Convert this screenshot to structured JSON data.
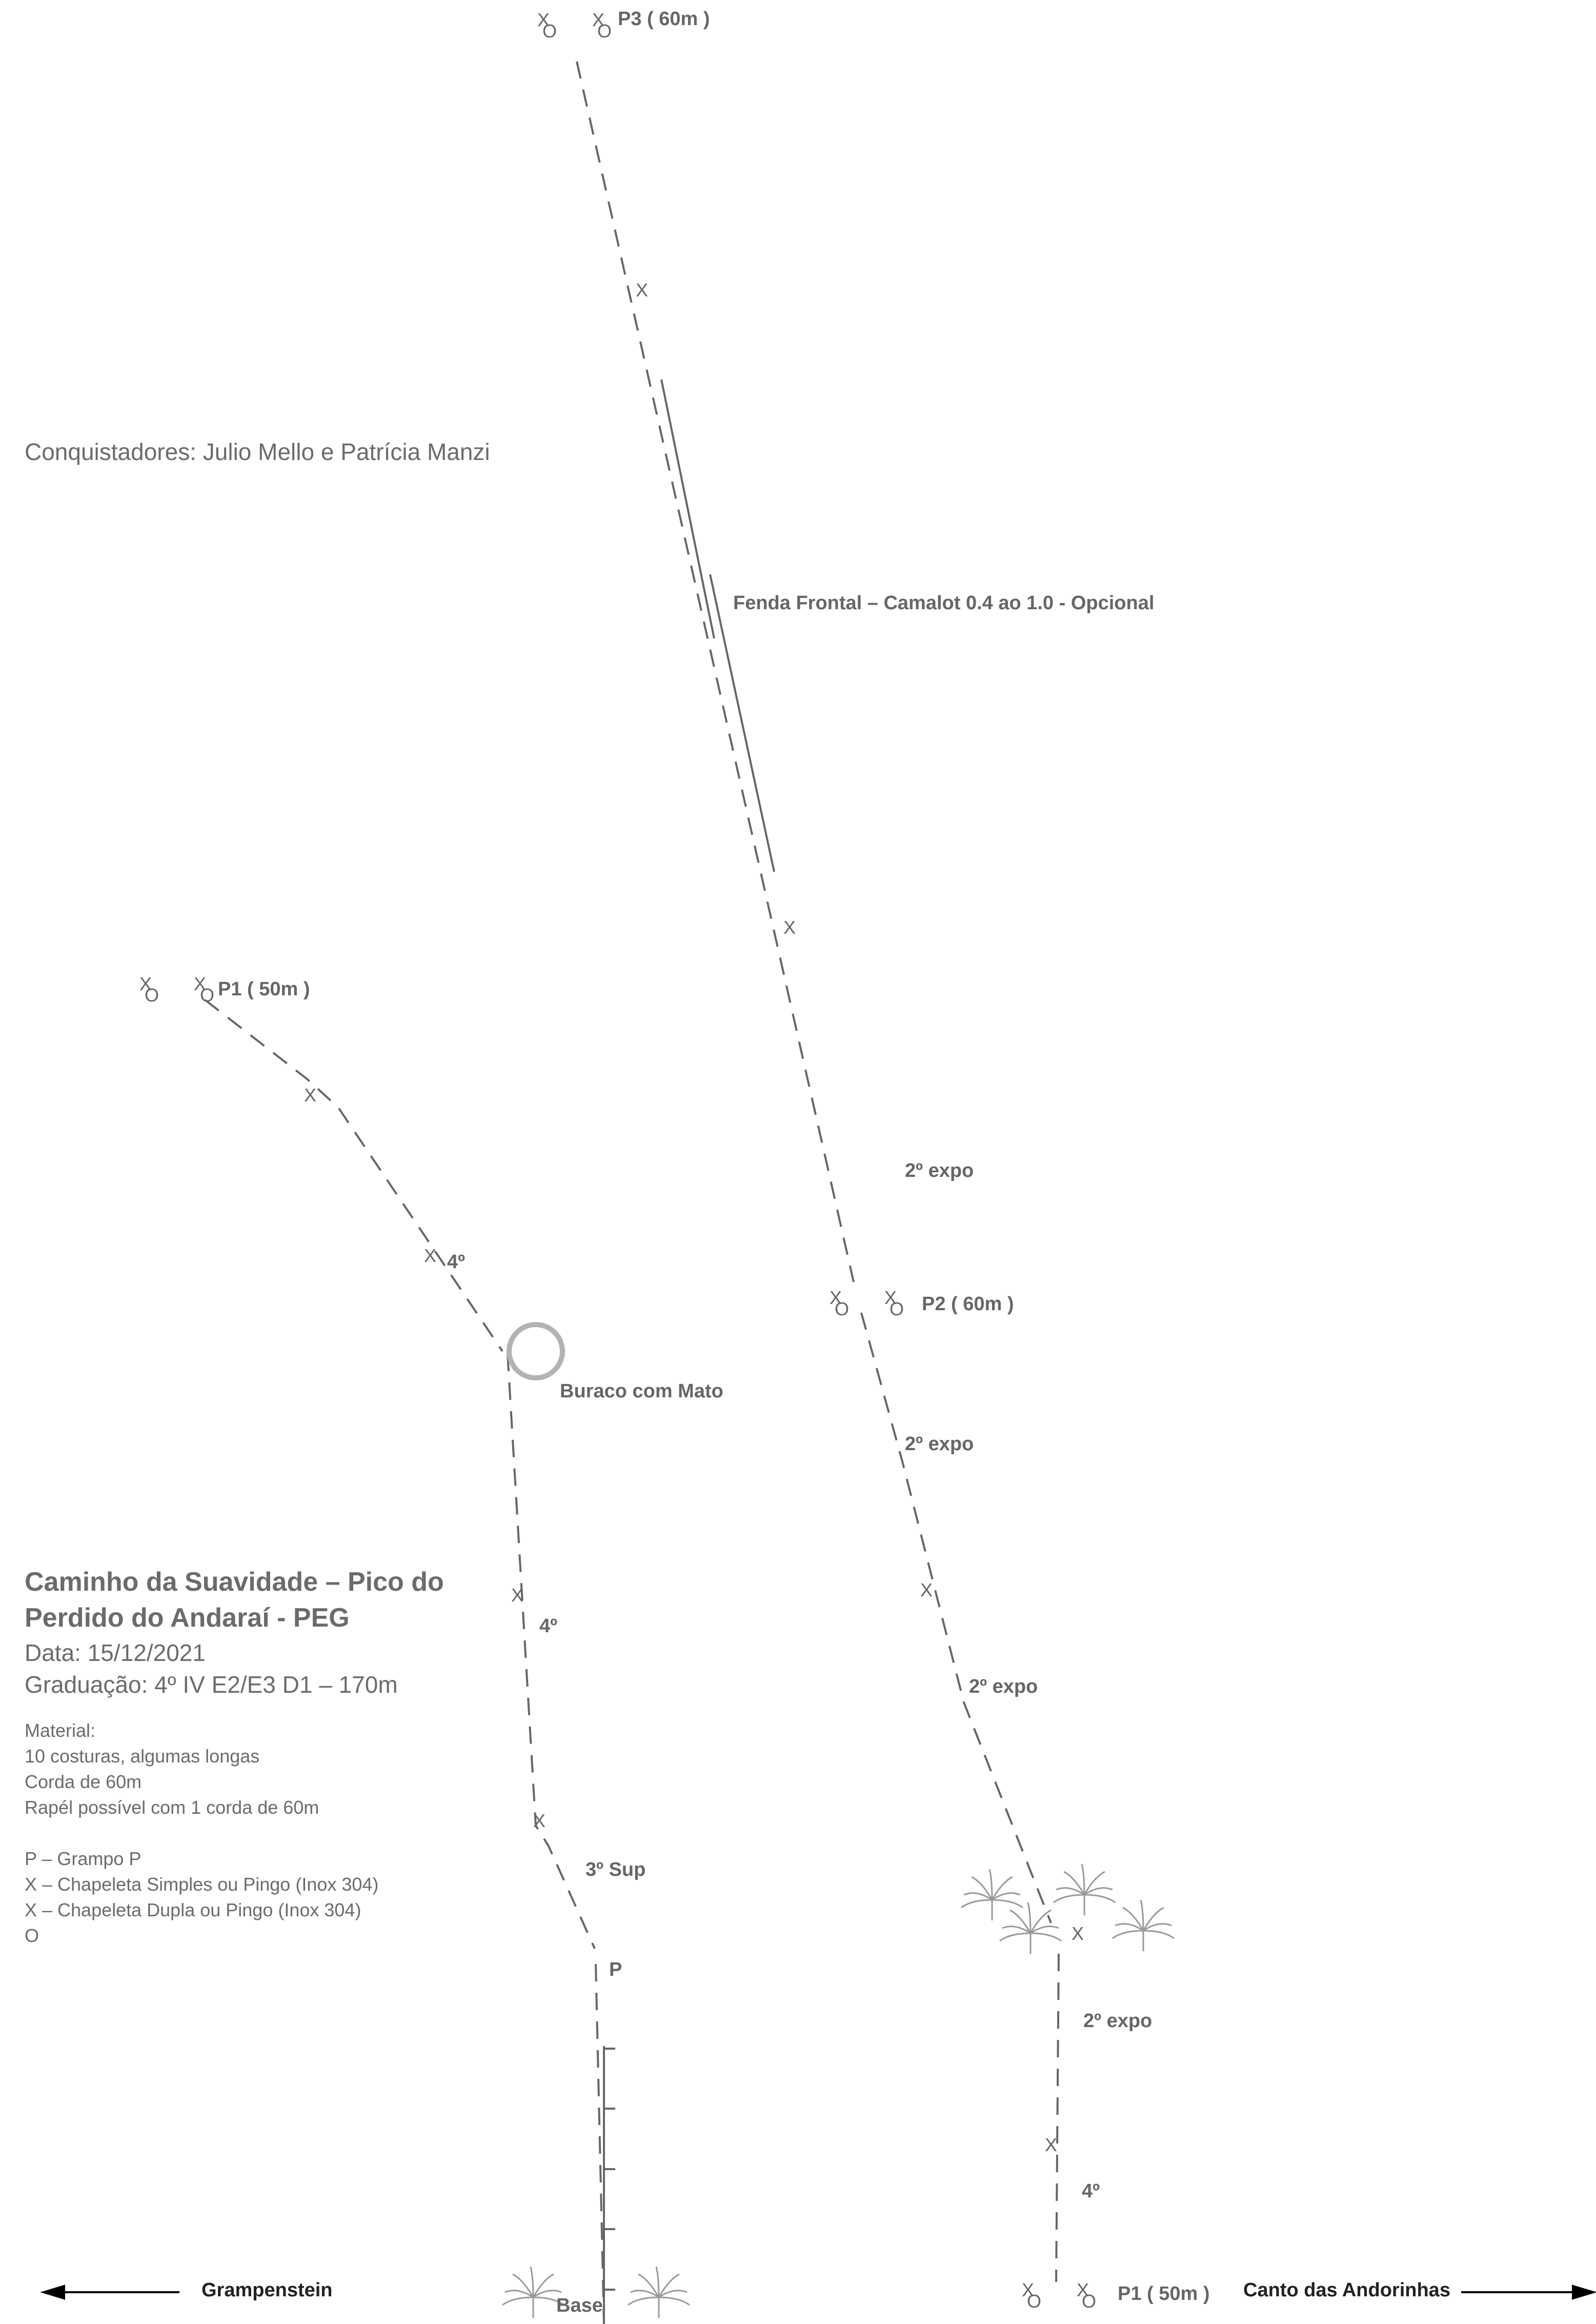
{
  "credits": "Conquistadores: Julio Mello e Patrícia Manzi",
  "title_line1": "Caminho da Suavidade – Pico do",
  "title_line2": "Perdido do Andaraí - PEG",
  "date": "Data: 15/12/2021",
  "grade": "Graduação: 4º IV E2/E3 D1 – 170m",
  "material": {
    "heading": "Material:",
    "items": [
      "10 costuras, algumas longas",
      "Corda de 60m",
      "Rapél possível com 1 corda de 60m"
    ]
  },
  "legend": {
    "line1": "P – Grampo P",
    "line2": "X – Chapeleta Simples ou Pingo (Inox 304)",
    "line3": "X – Chapeleta Dupla ou Pingo (Inox 304)",
    "line4": "O"
  },
  "right_route": {
    "p1": "P1 ( 50m )",
    "p2": "P2 ( 60m )",
    "p3": "P3 ( 60m )",
    "grade_4": "4º",
    "grade_expo_1": "2º expo",
    "grade_expo_2": "2º expo",
    "grade_expo_3": "2º expo",
    "grade_expo_4": "2º expo",
    "crack": "Fenda Frontal – Camalot 0.4 ao 1.0 - Opcional"
  },
  "left_route": {
    "p1": "P1 ( 50m )",
    "grade_4a": "4º",
    "grade_4b": "4º",
    "grade_3sup": "3º Sup",
    "piton": "P",
    "hole": "Buraco com Mato",
    "base": "Base"
  },
  "marks": {
    "bolt": "X",
    "ring": "O"
  },
  "directions": {
    "left": "Grampenstein",
    "right": "Canto das Andorinhas"
  },
  "colors": {
    "line": "#666666",
    "hole": "#b3b3b3",
    "text": "#6b6b6b"
  }
}
